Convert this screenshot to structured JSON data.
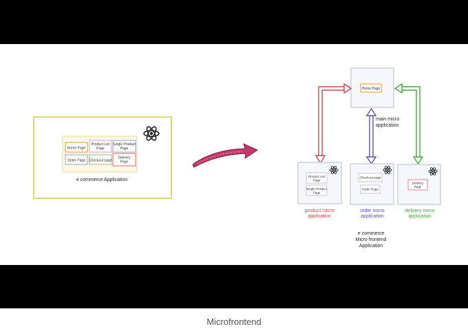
{
  "left": {
    "app_label": "e commerce Application",
    "pages": [
      {
        "label": [
          "Home Page"
        ],
        "color": "#e0b24a"
      },
      {
        "label": [
          "Product List",
          "Page"
        ],
        "color": "#d9b8e6"
      },
      {
        "label": [
          "Single Product",
          "Page"
        ],
        "color": "#a8b8d8"
      },
      {
        "label": [
          "Order Page"
        ],
        "color": "#a8b8d8"
      },
      {
        "label": [
          "Checkout page"
        ],
        "color": "#b9c9a8"
      },
      {
        "label": [
          "Delivery",
          "Page"
        ],
        "color": "#e08a8a"
      }
    ]
  },
  "right": {
    "main_box_page": "Home Page",
    "main_label": [
      "main micro",
      "application"
    ],
    "product_pages": [
      [
        "Product List",
        "Page"
      ],
      [
        "Single Product",
        "Page"
      ]
    ],
    "order_pages": [
      [
        "Checkout page"
      ],
      [
        "Order Page"
      ]
    ],
    "delivery_pages": [
      [
        "Delivery",
        "Page"
      ]
    ],
    "product_label": [
      "product micro",
      "application"
    ],
    "order_label": [
      "order micro",
      "application"
    ],
    "delivery_label": [
      "delivery micro",
      "application"
    ],
    "bottom_label": [
      "e commerce",
      "Micro frontend",
      "Application"
    ]
  },
  "colors": {
    "product": "#d04848",
    "order": "#5a50b8",
    "delivery": "#48a838",
    "arrow_big": "#b8285a",
    "frame": "#dcd87a"
  },
  "icons": [
    "react-logo-icon"
  ],
  "caption": "Microfrontend"
}
